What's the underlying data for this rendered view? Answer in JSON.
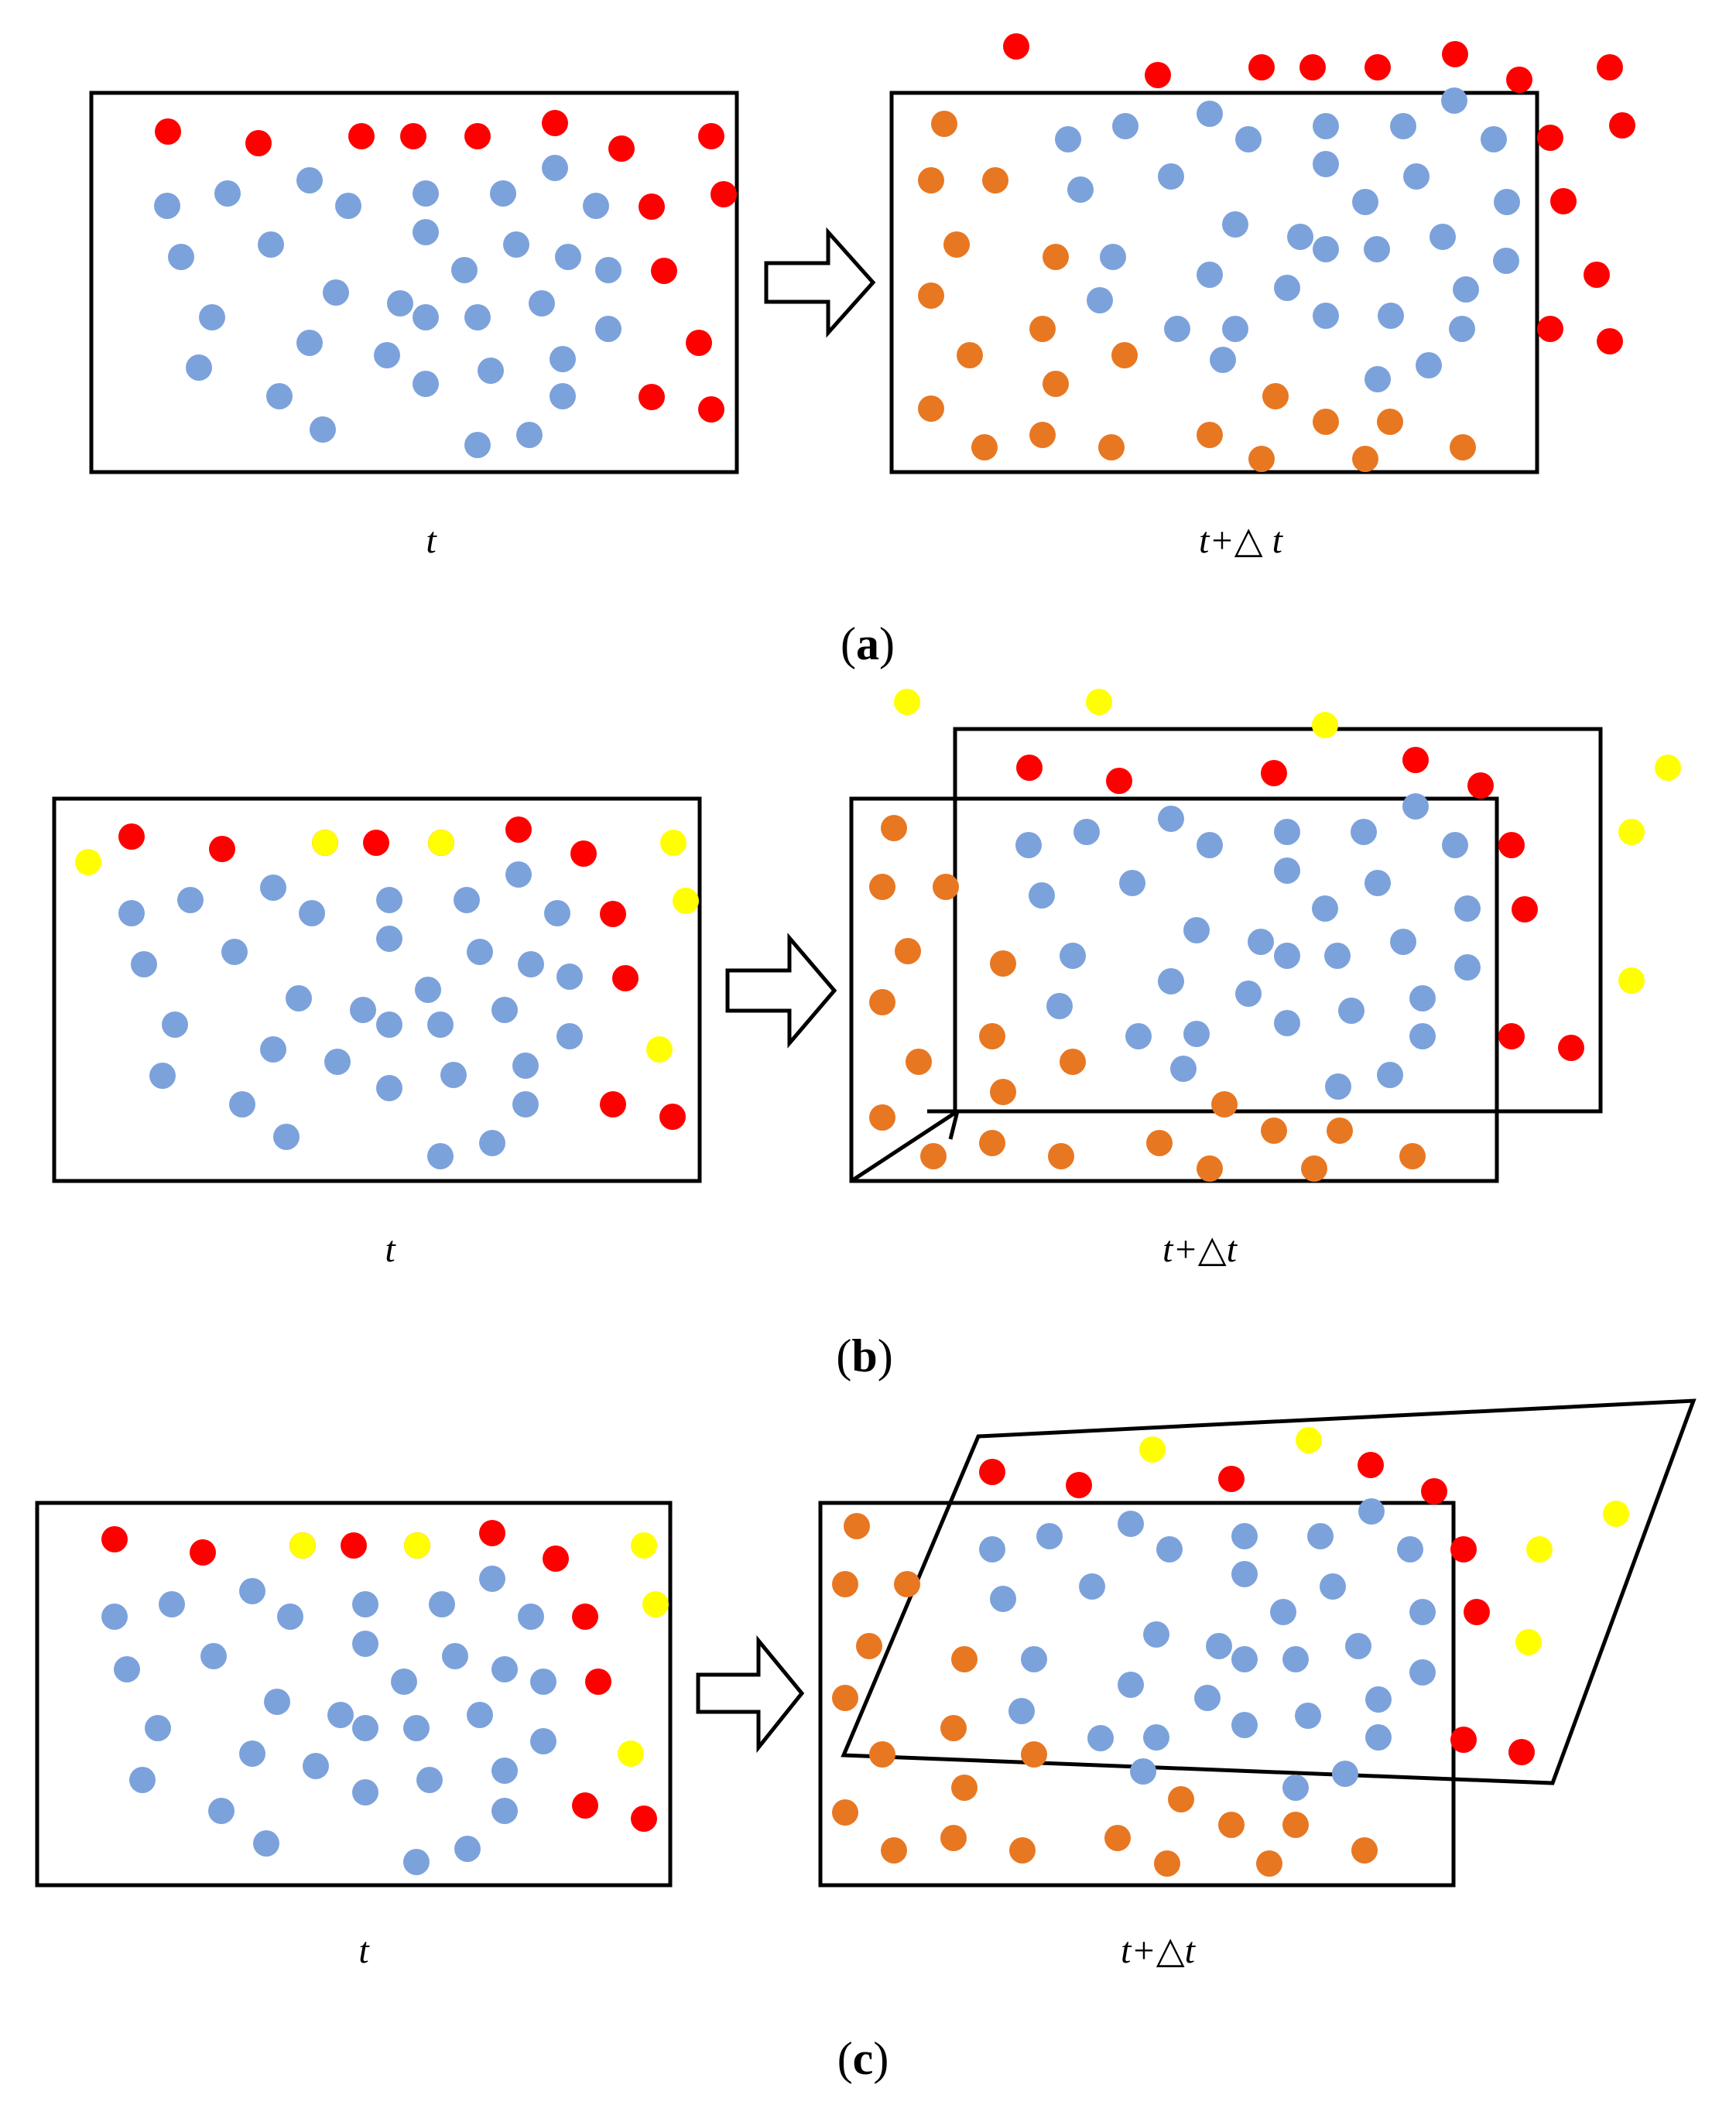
{
  "colors": {
    "blue": "#7CA2DC",
    "red": "#FF0000",
    "orange": "#E87722",
    "yellow": "#FFFF00",
    "stroke": "#000000"
  },
  "panels": [
    {
      "id": "a",
      "caption_open": "(",
      "caption_letter": "a",
      "caption_close": ")",
      "label_left": "t",
      "label_right": "t+△ t"
    },
    {
      "id": "b",
      "caption_open": "(",
      "caption_letter": "b",
      "caption_close": ")",
      "label_left": "t",
      "label_right": "t+△t"
    },
    {
      "id": "c",
      "caption_open": "(",
      "caption_letter": "c",
      "caption_close": ")",
      "label_left": "t",
      "label_right": "t+△t"
    }
  ]
}
